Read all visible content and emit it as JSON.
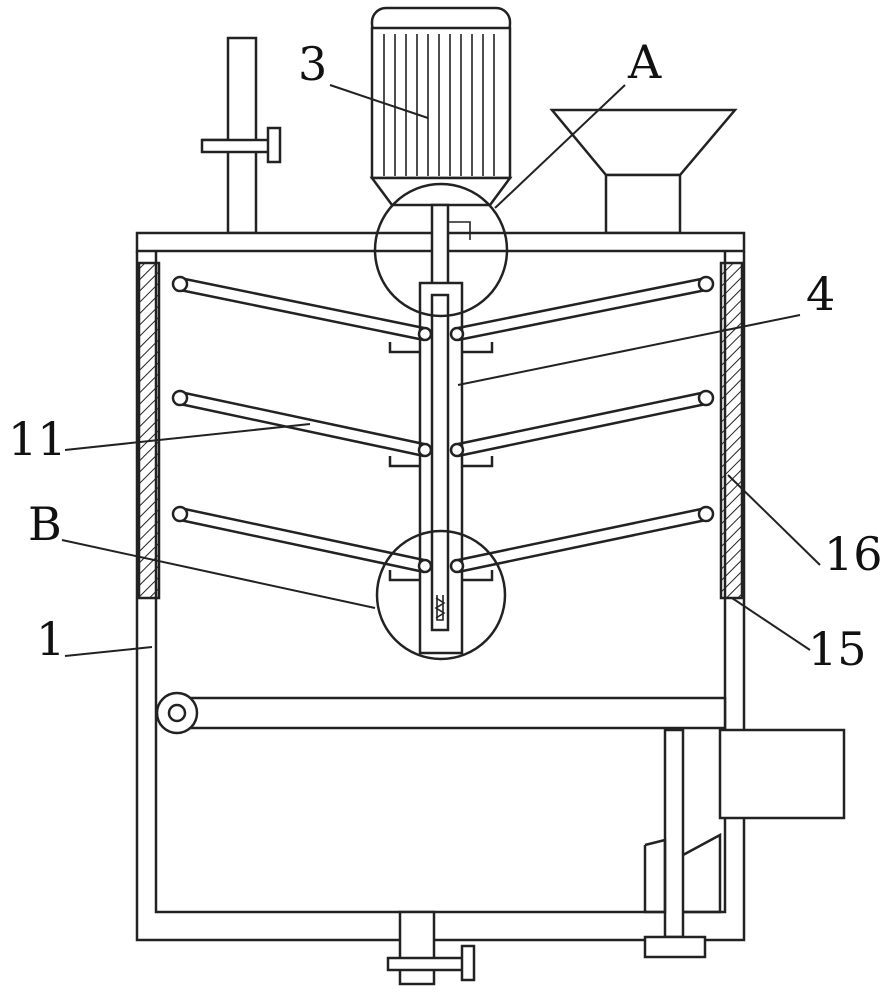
{
  "labels": {
    "motor": "3",
    "detail_a": "A",
    "shaft": "4",
    "rod": "11",
    "detail_b": "B",
    "liner": "16",
    "housing": "1",
    "wall": "15"
  },
  "colors": {
    "line": "#222222",
    "background": "#ffffff",
    "hatch": "#222222"
  }
}
